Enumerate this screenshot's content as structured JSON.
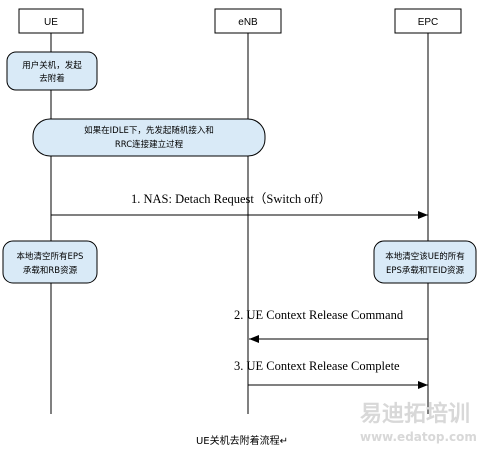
{
  "entities": {
    "ue": "UE",
    "enb": "eNB",
    "epc": "EPC"
  },
  "notes": {
    "ue_poweroff": [
      "用户关机，发起",
      "去附着"
    ],
    "idle_setup": [
      "如果在IDLE下，先发起随机接入和",
      "RRC连接建立过程"
    ],
    "ue_clear": [
      "本地清空所有EPS",
      "承载和RB资源"
    ],
    "epc_clear": [
      "本地清空该UE的所有",
      "EPS承载和TEID资源"
    ]
  },
  "messages": {
    "m1": "1. NAS: Detach Request（Switch off）",
    "m2": "2. UE Context Release Command",
    "m3": "3.  UE Context Release Complete"
  },
  "caption": "UE关机去附着流程↵",
  "watermark": {
    "title": "易迪拓培训",
    "url": "www.edatop.com"
  },
  "colors": {
    "note_fill": "#d9eaf7",
    "line": "#000000",
    "watermark": "#d8d8d8"
  }
}
